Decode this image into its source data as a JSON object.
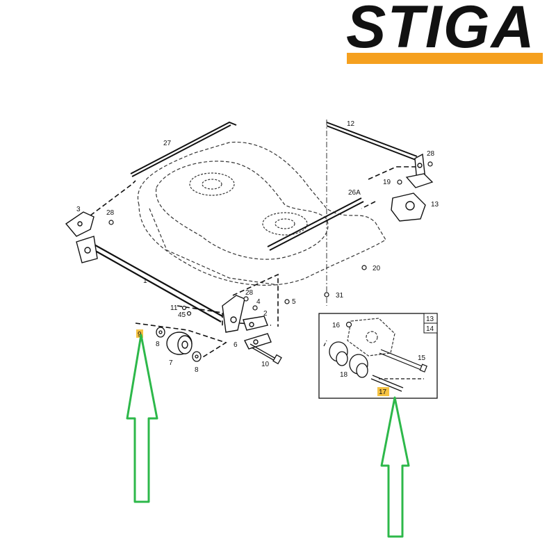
{
  "brand": {
    "name": "STIGA",
    "underline_color": "#F5A01F"
  },
  "colors": {
    "arrow": "#2DB84A",
    "highlight": "#F5C242",
    "line": "#1A1A1A"
  },
  "callouts": {
    "c27": "27",
    "c12": "12",
    "c28a": "28",
    "c19": "19",
    "c26a": "26A",
    "c13a": "13",
    "c3": "3",
    "c28b": "28",
    "c1": "1",
    "c20": "20",
    "c28c": "28",
    "c4": "4",
    "c5": "5",
    "c31": "31",
    "c11": "11",
    "c45": "45",
    "c2": "2",
    "c9": "9",
    "c8a": "8",
    "c7": "7",
    "c6": "6",
    "c8b": "8",
    "c10": "10"
  },
  "inset": {
    "c13": "13",
    "c14": "14",
    "c16": "16",
    "c15": "15",
    "c18": "18",
    "c17": "17"
  }
}
